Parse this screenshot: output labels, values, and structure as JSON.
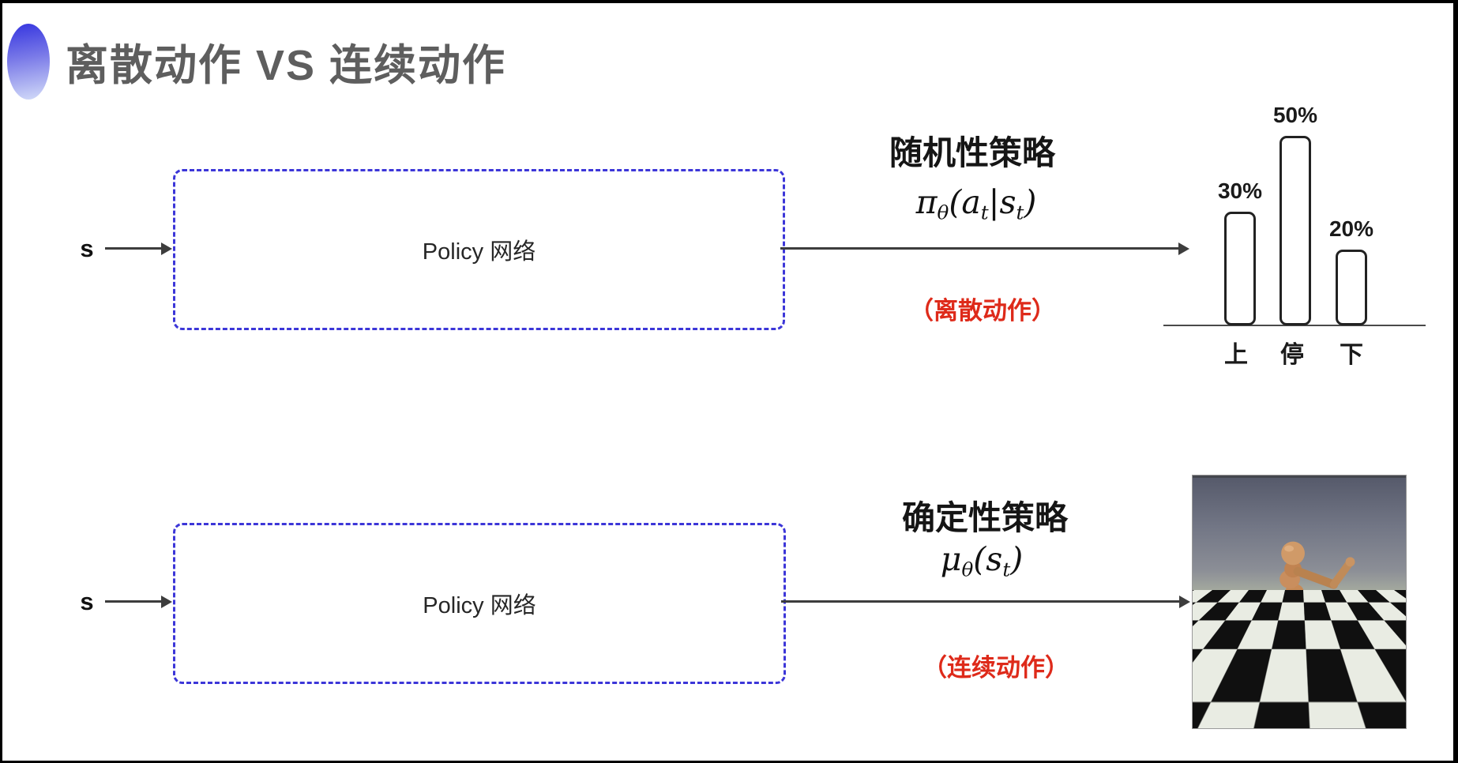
{
  "title": "离散动作 VS 连续动作",
  "colors": {
    "accent_blue": "#3c36d8",
    "note_red": "#de2a1a",
    "title_gray": "#5e5e5e",
    "ink": "#1a1a1a"
  },
  "row1": {
    "state_label": "s",
    "network_label": "Policy 网络",
    "policy_title": "随机性策略",
    "formula": {
      "head": "π",
      "head_sub": "θ",
      "arg1": "(a",
      "arg1_sub": "t",
      "arg2": "|s",
      "arg2_sub": "t",
      "close": ")"
    },
    "action_note": "（离散动作）"
  },
  "row2": {
    "state_label": "s",
    "network_label": "Policy 网络",
    "policy_title": "确定性策略",
    "formula": {
      "head": "μ",
      "head_sub": "θ",
      "arg1": "(s",
      "arg1_sub": "t",
      "close": ")"
    },
    "action_note": "（连续动作）",
    "figure_name": "mujoco-humanoid-on-checkerboard"
  },
  "chart_data": {
    "type": "bar",
    "categories": [
      "上",
      "停",
      "下"
    ],
    "values": [
      30,
      50,
      20
    ],
    "value_labels": [
      "30%",
      "50%",
      "20%"
    ],
    "unit": "%",
    "title": "",
    "xlabel": "",
    "ylabel": "",
    "ylim": [
      0,
      55
    ],
    "grid": false,
    "legend": false,
    "style": "white outlined rounded bars on a plain baseline, value labels above bars"
  }
}
